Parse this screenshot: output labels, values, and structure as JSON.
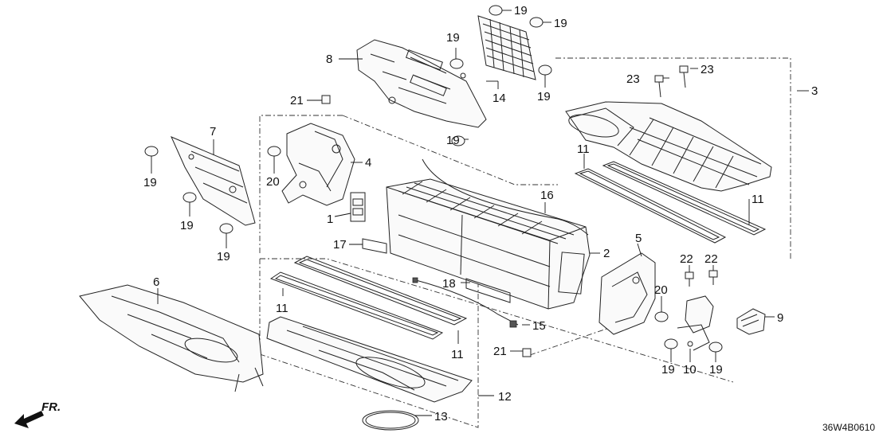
{
  "diagram_code": "36W4B0610",
  "front_indicator": "FR.",
  "callouts": [
    "1",
    "2",
    "3",
    "4",
    "5",
    "6",
    "7",
    "8",
    "9",
    "10",
    "11",
    "12",
    "13",
    "14",
    "15",
    "16",
    "17",
    "18",
    "19",
    "20",
    "21",
    "22",
    "23"
  ]
}
